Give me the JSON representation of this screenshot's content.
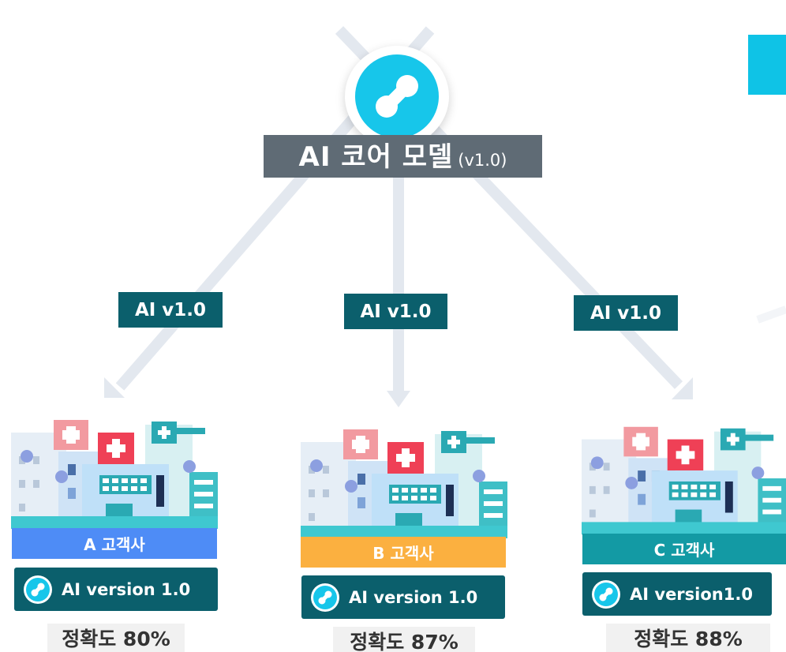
{
  "core": {
    "title": "AI  코어 모델",
    "version": "(v1.0)",
    "icon": "link-node-icon"
  },
  "distribution_labels": [
    "AI v1.0",
    "AI v1.0",
    "AI v1.0"
  ],
  "clients": [
    {
      "name": "A 고객사",
      "color": "#4e8cf6",
      "ai_version": "AI version 1.0",
      "accuracy": "정확도 80%"
    },
    {
      "name": "B 고객사",
      "color": "#fbb040",
      "ai_version": "AI version 1.0",
      "accuracy": "정확도 87%"
    },
    {
      "name": "C 고객사",
      "color": "#139aa4",
      "ai_version": "AI version1.0",
      "accuracy": "정확도 88%"
    }
  ],
  "colors": {
    "accent_cyan": "#17c6ea",
    "dark_teal": "#0b5f6c",
    "core_label_bg": "#5f6b75",
    "arrow": "#dde3ec"
  }
}
